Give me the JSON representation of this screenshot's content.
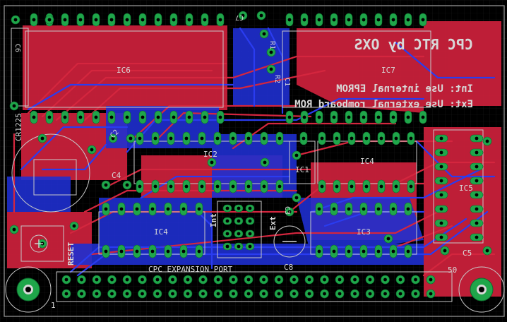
{
  "board": {
    "title_text": "CPC RTC by OXS",
    "note_line1": "Int: Use internal EPROM",
    "note_line2": "Ext: Use external romboard ROM",
    "labels": {
      "ic1": "IC1",
      "ic2": "IC2",
      "ic3": "IC3",
      "ic4": "IC4",
      "ic5": "IC5",
      "ic6": "IC6",
      "ic7": "IC7",
      "c1": "C1",
      "c2": "C2",
      "c3": "C3",
      "c4": "C4",
      "c5": "C5",
      "c6": "C6",
      "c7": "C7",
      "c8": "C8",
      "r1": "R1",
      "r2": "R2",
      "battery": "CR1225",
      "reset": "RESET",
      "int": "Int",
      "ext": "Ext",
      "connector": "CPC EXPANSION PORT",
      "pin1": "1",
      "pin50": "50"
    },
    "colors": {
      "background": "#000000",
      "top_copper": "#c8203a",
      "bottom_copper": "#1f2fd0",
      "pads": "#1fa64a",
      "silkscreen": "#d8d8d8"
    }
  }
}
